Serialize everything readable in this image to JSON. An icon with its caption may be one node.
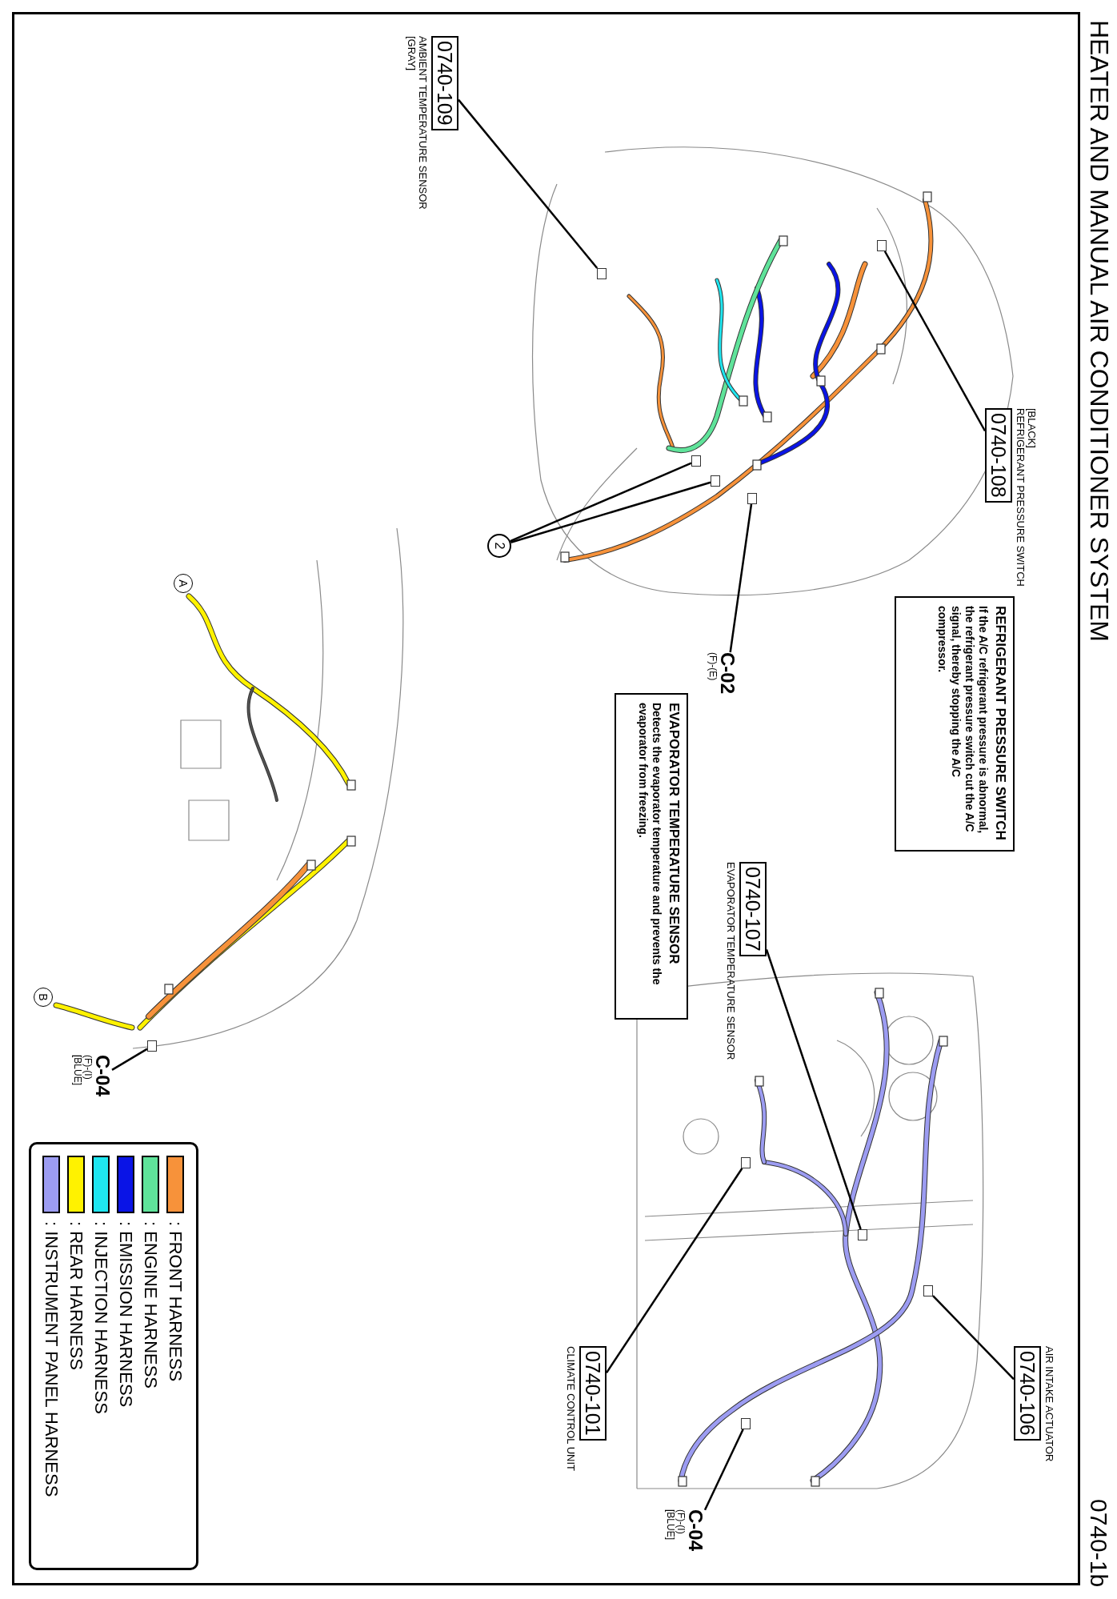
{
  "diagram": {
    "title": "HEATER AND MANUAL AIR CONDITIONER SYSTEM",
    "nodes": [
      {
        "text": [
          "0740-109"
        ],
        "beside": [
          "AMBIENT TEMPERATURE SENSOR",
          "[GRAY]"
        ]
      },
      {
        "text": [],
        "shape": "box"
      },
      {
        "text": [
          "0740-108"
        ],
        "beside": [
          "[BLACK]",
          "REFRIGERANT PRESSURE SWITCH"
        ]
      },
      {
        "text": [],
        "shape": "box"
      },
      {
        "text": [
          "2"
        ]
      },
      {
        "text": [],
        "shape": "box"
      },
      {
        "text": [],
        "shape": "box"
      },
      {
        "text": [
          "C-02",
          "(F)-(E)"
        ]
      },
      {
        "text": [],
        "shape": "box"
      },
      {
        "text": [
          "0740-107"
        ],
        "beside": [
          "EVAPORATOR TEMPERATURE SENSOR"
        ]
      },
      {
        "text": [],
        "shape": "box"
      },
      {
        "text": [
          "0740-106"
        ],
        "beside": [
          "AIR INTAKE ACTUATOR"
        ]
      },
      {
        "text": [],
        "shape": "box"
      },
      {
        "text": [
          "0740-101"
        ],
        "beside": [
          "CLIMATE CONTROL UNIT"
        ]
      },
      {
        "text": [],
        "shape": "box"
      },
      {
        "text": [
          "C-04",
          "(F)-(I)",
          "[BLUE]"
        ]
      },
      {
        "text": [],
        "shape": "box"
      },
      {
        "text": [
          "C-04",
          "(F)-(I)",
          "[BLUE]"
        ]
      },
      {
        "text": [],
        "shape": "box"
      },
      {
        "text": [
          "REFRIGERANT PRESSURE SWITCH",
          "If the A/C refrigerant pressure is abnormal, the refrigerant pressure switch cut the A/C signal, thereby stopping the A/C compressor."
        ]
      },
      {
        "text": [
          "EVAPORATOR TEMPERATURE SENSOR",
          "Detects the evaporator temperature and prevents the evaporator from freezing."
        ]
      }
    ],
    "edges": [
      {
        "from": 0,
        "to": 1,
        "arrow": "none"
      },
      {
        "from": 2,
        "to": 3,
        "arrow": "none"
      },
      {
        "from": 4,
        "to": 5,
        "arrow": "none"
      },
      {
        "from": 4,
        "to": 6,
        "arrow": "none"
      },
      {
        "from": 7,
        "to": 8,
        "arrow": "none"
      },
      {
        "from": 9,
        "to": 10,
        "arrow": "none"
      },
      {
        "from": 11,
        "to": 12,
        "arrow": "none"
      },
      {
        "from": 13,
        "to": 14,
        "arrow": "none"
      },
      {
        "from": 15,
        "to": 16,
        "arrow": "none"
      },
      {
        "from": 17,
        "to": 18,
        "arrow": "none"
      }
    ],
    "labels": [
      "0740-1b",
      "A",
      "B"
    ],
    "legend": [
      {
        "text": ": FRONT HARNESS",
        "color": "#f7923a"
      },
      {
        "text": ": ENGINE HARNESS",
        "color": "#5fe39a"
      },
      {
        "text": ": EMISSION HARNESS",
        "color": "#0a14e6"
      },
      {
        "text": ": INJECTION HARNESS",
        "color": "#1fe6f0"
      },
      {
        "text": ": REAR HARNESS",
        "color": "#fff200"
      },
      {
        "text": ": INSTRUMENT PANEL HARNESS",
        "color": "#9c9cf2"
      }
    ]
  }
}
